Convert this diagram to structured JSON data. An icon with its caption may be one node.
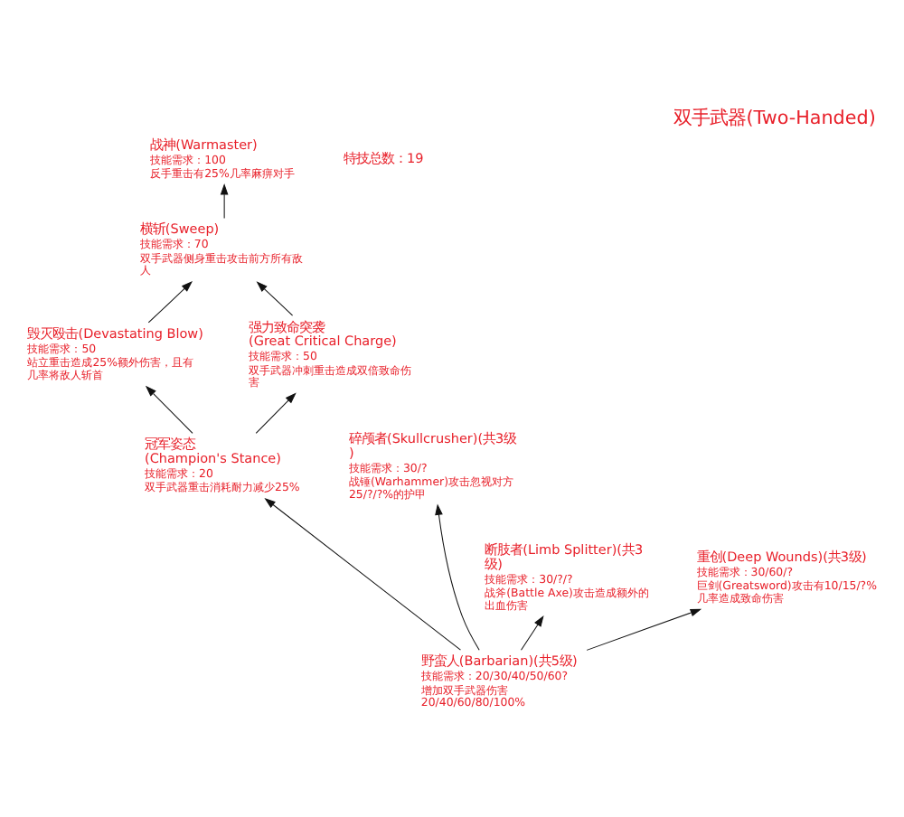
{
  "diagram": {
    "title": "双手武器(Two-Handed)",
    "nodes": [
      {
        "text": [
          "战神(Warmaster)",
          "技能需求：100",
          "反手重击有25%几率麻痹对手"
        ]
      },
      {
        "text": [
          "横斩(Sweep)",
          "技能需求：70",
          "双手武器侧身重击攻击前方所有敌人"
        ]
      },
      {
        "text": [
          "毁灭殴击(Devastating Blow)",
          "技能需求：50",
          "站立重击造成25%额外伤害，且有几率将敌人斩首"
        ]
      },
      {
        "text": [
          "强力致命突袭(Great Critical Charge)",
          "技能需求：50",
          "双手武器冲刺重击造成双倍致命伤害"
        ]
      },
      {
        "text": [
          "冠军姿态(Champion's Stance)",
          "技能需求：20",
          "双手武器重击消耗耐力减少25%"
        ]
      },
      {
        "text": [
          "碎颅者(Skullcrusher)(共3级)",
          "技能需求：30/?",
          "战锤(Warhammer)攻击忽视对方25/?/?%的护甲"
        ]
      },
      {
        "text": [
          "断肢者(Limb Splitter)(共3级)",
          "技能需求：30/?/?",
          "战斧(Battle Axe)攻击造成额外的出血伤害"
        ]
      },
      {
        "text": [
          "重创(Deep Wounds)(共3级)",
          "技能需求：30/60/?",
          "巨剑(Greatsword)攻击有10/15/?%几率造成致命伤害"
        ]
      },
      {
        "text": [
          "野蛮人(Barbarian)(共5级)",
          "技能需求：20/30/40/50/60?",
          "增加双手武器伤害20/40/60/80/100%"
        ]
      }
    ],
    "edges": [
      {
        "from": 8,
        "to": 6,
        "arrow": "to"
      },
      {
        "from": 8,
        "to": 4,
        "arrow": "to"
      },
      {
        "from": 8,
        "to": 5,
        "arrow": "to"
      },
      {
        "from": 8,
        "to": 7,
        "arrow": "to"
      },
      {
        "from": 4,
        "to": 2,
        "arrow": "to"
      },
      {
        "from": 4,
        "to": 3,
        "arrow": "to"
      },
      {
        "from": 2,
        "to": 1,
        "arrow": "to"
      },
      {
        "from": 3,
        "to": 1,
        "arrow": "to"
      },
      {
        "from": 1,
        "to": 0,
        "arrow": "to"
      }
    ],
    "labels": [
      "特技总数：19"
    ]
  }
}
